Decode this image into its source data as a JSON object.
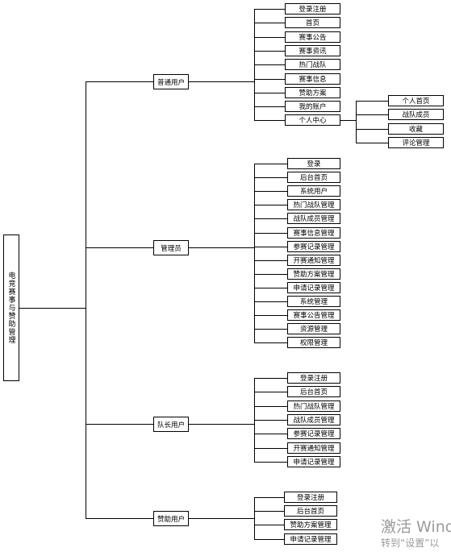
{
  "root": {
    "label": "电竞赛事与赞助管理"
  },
  "groups": [
    {
      "label": "普通用户",
      "items": [
        "登录注册",
        "首页",
        "赛事公告",
        "赛事资讯",
        "热门战队",
        "赛事信息",
        "赞助方案",
        "我的账户",
        "个人中心"
      ],
      "subgroup": {
        "parent_index": 8,
        "items": [
          "个人首页",
          "战队成员",
          "收藏",
          "评论管理"
        ]
      }
    },
    {
      "label": "管理员",
      "items": [
        "登录",
        "后台首页",
        "系统用户",
        "热门战队管理",
        "战队成员管理",
        "赛事信息管理",
        "参赛记录管理",
        "开赛通知管理",
        "赞助方案管理",
        "申请记录管理",
        "系统管理",
        "赛事公告管理",
        "资源管理",
        "权限管理"
      ]
    },
    {
      "label": "队长用户",
      "items": [
        "登录注册",
        "后台首页",
        "热门战队管理",
        "战队成员管理",
        "参赛记录管理",
        "开赛通知管理",
        "申请记录管理"
      ]
    },
    {
      "label": "赞助用户",
      "items": [
        "登录注册",
        "后台首页",
        "赞助方案管理",
        "申请记录管理"
      ]
    }
  ],
  "watermark": {
    "line1": "激活 Wind",
    "line2": "转到“设置”以"
  }
}
